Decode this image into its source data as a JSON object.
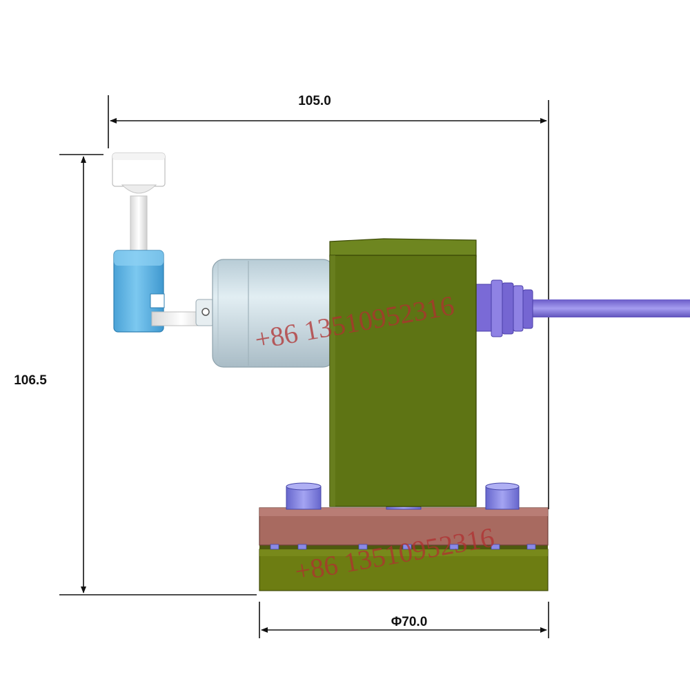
{
  "dimensions": {
    "width_label": "105.0",
    "height_label": "106.5",
    "diameter_label": "Φ70.0"
  },
  "watermark": {
    "text": "+86 13510952316"
  },
  "colors": {
    "housing": "#5e7414",
    "housing_top": "#6e8620",
    "flange_top": "#a86a60",
    "flange_bottom": "#6d7d12",
    "bolts": "#8080e0",
    "cable": "#7f70d8",
    "motor": "#c9dbe4",
    "lever_block": "#5bb4e4",
    "knob": "#f0f0f0",
    "line": "#111111",
    "watermark": "#b03030"
  },
  "icons": [
    "dimension-arrow-icon"
  ]
}
